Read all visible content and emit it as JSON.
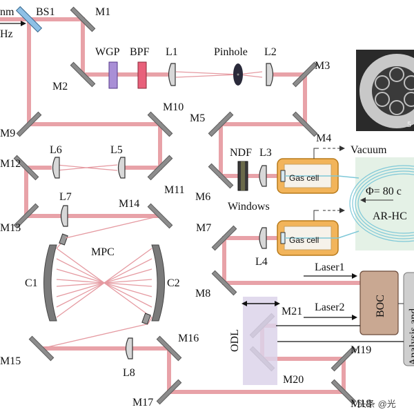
{
  "diagram": {
    "labels": {
      "bs1": "BS1",
      "m1": "M1",
      "m2": "M2",
      "m3": "M3",
      "m4": "M4",
      "m5": "M5",
      "m6": "M6",
      "m7": "M7",
      "m8": "M8",
      "m9": "M9",
      "m10": "M10",
      "m11": "M11",
      "m12": "M12",
      "m13": "M13",
      "m14": "M14",
      "m15": "M15",
      "m16": "M16",
      "m17": "M17",
      "m18": "M18",
      "m19": "M19",
      "m20": "M20",
      "m21": "M21",
      "wgp": "WGP",
      "bpf": "BPF",
      "l1": "L1",
      "l2": "L2",
      "l3": "L3",
      "l4": "L4",
      "l5": "L5",
      "l6": "L6",
      "l7": "L7",
      "l8": "L8",
      "pinhole": "Pinhole",
      "ndf": "NDF",
      "vacuum": "Vacuum",
      "gas_cell_1": "Gas cell",
      "gas_cell_2": "Gas cell",
      "windows": "Windows",
      "mpc": "MPC",
      "c1": "C1",
      "c2": "C2",
      "laser1": "Laser1",
      "laser2": "Laser2",
      "boc": "BOC",
      "odl": "ODL",
      "analysis": "Analysis and",
      "fiber_phi": "Φ= 80 c",
      "fiber_type": "AR-HC",
      "input_nm": "nm",
      "input_hz": "Hz",
      "inset_scale": "5",
      "watermark": "头条 @光"
    },
    "colors": {
      "beam": "#e8a2a8",
      "gas_cell_fill": "#f2b45a",
      "boc_fill": "#c9a892",
      "odl_fill": "#dcd3ea",
      "fiber": "#7ec8d8",
      "wgp": "#a98fd6",
      "bpf": "#e8607a"
    }
  }
}
